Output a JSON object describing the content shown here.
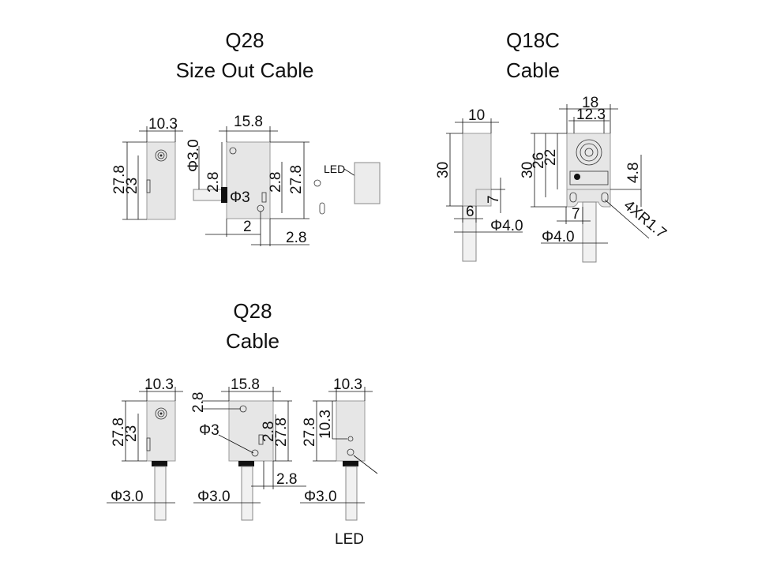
{
  "panels": {
    "q28_out": {
      "title_1": "Q28",
      "title_2": "Size Out Cable",
      "side_width": "10.3",
      "side_height": "27.8",
      "side_inner": "23",
      "front_width": "15.8",
      "phi_cable": "Φ3.0",
      "hole_offset": "2.8",
      "front_right_offset": "2.8",
      "front_height": "27.8",
      "phi_hole": "Φ3",
      "bottom_offset": "2",
      "bottom_right": "2.8",
      "led_label": "LED"
    },
    "q18c": {
      "title_1": "Q18C",
      "title_2": "Cable",
      "side_width": "10",
      "side_height": "30",
      "side_step": "7",
      "side_bottom": "6",
      "side_phi": "Φ4.0",
      "front_width": "18",
      "front_inner_width": "12.3",
      "front_height": "30",
      "front_h2": "26",
      "front_h3": "22",
      "front_right": "4.8",
      "front_bottom": "7",
      "front_radius": "4XR1.7",
      "front_phi": "Φ4.0"
    },
    "q28_cable": {
      "title_1": "Q28",
      "title_2": "Cable",
      "side_width": "10.3",
      "side_height": "27.8",
      "side_inner": "23",
      "side_phi": "Φ3.0",
      "front_width": "15.8",
      "front_top": "2.8",
      "front_phi_hole": "Φ3",
      "front_offset": "2.8",
      "front_height": "27.8",
      "front_bottom": "2.8",
      "front_phi": "Φ3.0",
      "rear_width": "10.3",
      "rear_height": "27.8",
      "rear_inner": "10.3",
      "rear_phi": "Φ3.0",
      "led_label": "LED"
    }
  }
}
